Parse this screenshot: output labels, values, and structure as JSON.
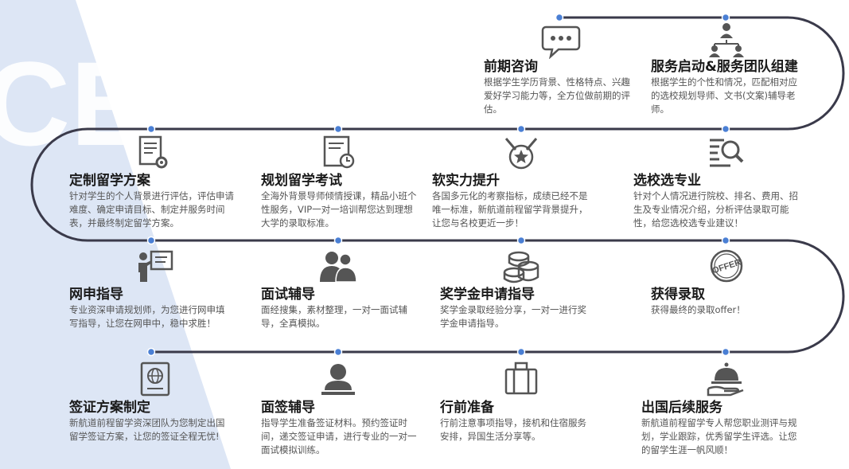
{
  "colors": {
    "track": "#3a3a4a",
    "dot": "#4a7fd4",
    "icon": "#555555",
    "title": "#1a1a1a",
    "desc": "#555555",
    "bg_shape": "#dde6f5"
  },
  "watermark": "CESS",
  "steps": [
    {
      "title": "前期咨询",
      "icon": "chat-bubble-icon",
      "desc": "根据学生学历背景、性格特点、兴趣爱好学习能力等，全方位做前期的评估。"
    },
    {
      "title": "服务启动&服务团队组建",
      "icon": "team-hierarchy-icon",
      "desc": "根据学生的个性和情况，匹配相对应的选校规划导师、文书(文案)辅导老师。"
    },
    {
      "title": "定制留学方案",
      "icon": "document-gear-icon",
      "desc": "针对学生的个人背景进行评估，评估申请难度、确定申请目标、制定并服务时间表，并最终制定留学方案。"
    },
    {
      "title": "规划留学考试",
      "icon": "exam-clock-icon",
      "desc": "全海外背景导师倾情授课，精品小班个性服务，VIP一对一培训帮您达到理想大学的录取标准。"
    },
    {
      "title": "软实力提升",
      "icon": "medal-star-icon",
      "desc": "各国多元化的考察指标，成绩已经不是唯一标准，新航道前程留学背景提升，让您与名校更近一步！"
    },
    {
      "title": "选校选专业",
      "icon": "search-list-icon",
      "desc": "针对个人情况进行院校、排名、费用、招生及专业情况介绍，分析评估录取可能性，给您选校选专业建议！"
    },
    {
      "title": "网申指导",
      "icon": "presenter-board-icon",
      "desc": "专业资深申请规划师，为您进行网申填写指导，让您在网申中，稳中求胜！"
    },
    {
      "title": "面试辅导",
      "icon": "two-people-icon",
      "desc": "面经搜集，素材整理，一对一面试辅导，全真模拟。"
    },
    {
      "title": "奖学金申请指导",
      "icon": "coin-stack-icon",
      "desc": "奖学金录取经验分享，一对一进行奖学金申请指导。"
    },
    {
      "title": "获得录取",
      "icon": "offer-stamp-icon",
      "desc": "获得最终的录取offer！",
      "stamp_text": "OFFER"
    },
    {
      "title": "签证方案制定",
      "icon": "passport-icon",
      "desc": "新航道前程留学资深团队为您制定出国留学签证方案，让您的签证全程无忧!"
    },
    {
      "title": "面签辅导",
      "icon": "person-silhouette-icon",
      "desc": "指导学生准备签证材料。预约签证时间，递交签证申请，进行专业的一对一面试模拟训练。"
    },
    {
      "title": "行前准备",
      "icon": "suitcase-icon",
      "desc": "行前注意事项指导，接机和住宿服务安排，异国生活分享等。"
    },
    {
      "title": "出国后续服务",
      "icon": "service-bell-icon",
      "desc": "新航道前程留学专人帮您职业测评与规划，学业跟踪，优秀留学生评选。让您的留学生涯一帆风顺！"
    }
  ]
}
